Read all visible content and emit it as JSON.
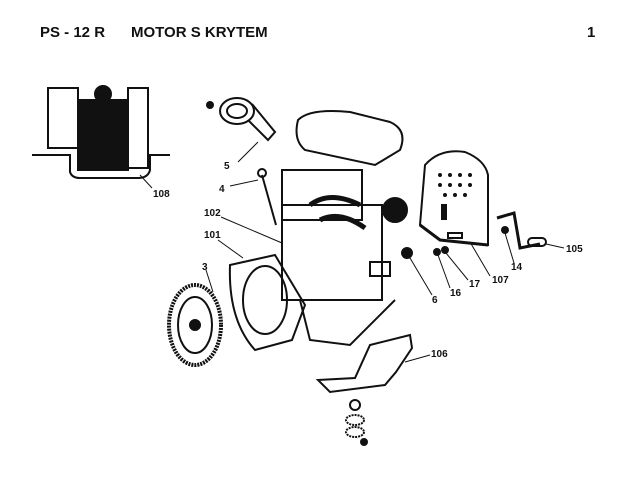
{
  "header": {
    "model": "PS - 12 R",
    "title": "MOTOR S KRYTEM",
    "page_number": "1"
  },
  "part_labels": {
    "p108": "108",
    "p5": "5",
    "p4": "4",
    "p102": "102",
    "p101": "101",
    "p3": "3",
    "p6": "6",
    "p16": "16",
    "p17": "17",
    "p107": "107",
    "p14": "14",
    "p105": "105",
    "p106": "106"
  }
}
